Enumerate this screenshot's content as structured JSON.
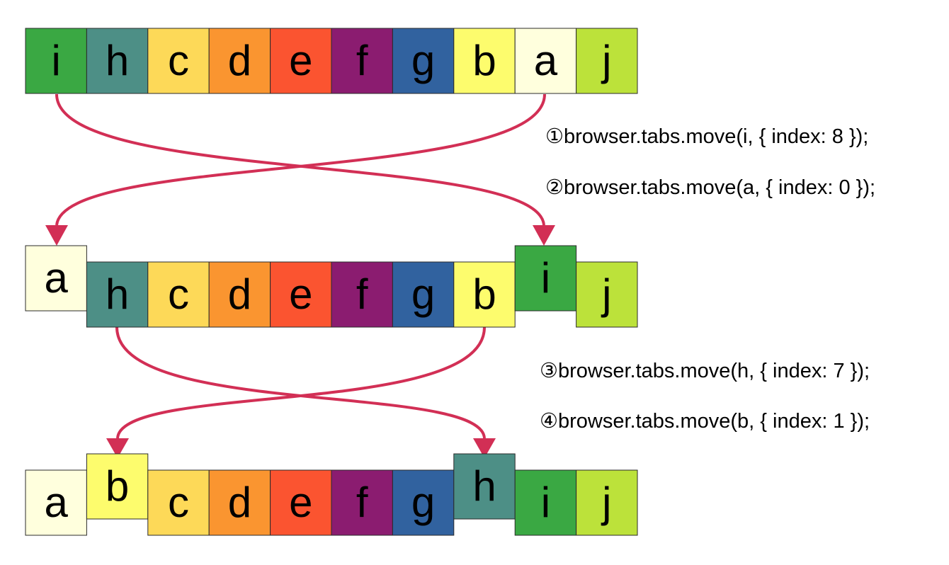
{
  "colors": {
    "i": "#3aa843",
    "h": "#4d8f86",
    "c": "#fdd958",
    "d": "#fa9530",
    "e": "#fb5430",
    "f": "#8b1c70",
    "g": "#31629f",
    "b": "#fdfc6d",
    "a": "#ffffdd",
    "j": "#bce23a",
    "arrow": "#d22f55"
  },
  "rows": [
    {
      "tabs": [
        {
          "letter": "i"
        },
        {
          "letter": "h"
        },
        {
          "letter": "c"
        },
        {
          "letter": "d"
        },
        {
          "letter": "e"
        },
        {
          "letter": "f"
        },
        {
          "letter": "g"
        },
        {
          "letter": "b"
        },
        {
          "letter": "a"
        },
        {
          "letter": "j"
        }
      ]
    },
    {
      "tabs": [
        {
          "letter": "a",
          "moved": true
        },
        {
          "letter": "h"
        },
        {
          "letter": "c"
        },
        {
          "letter": "d"
        },
        {
          "letter": "e"
        },
        {
          "letter": "f"
        },
        {
          "letter": "g"
        },
        {
          "letter": "b"
        },
        {
          "letter": "i",
          "moved": true
        },
        {
          "letter": "j"
        }
      ]
    },
    {
      "tabs": [
        {
          "letter": "a"
        },
        {
          "letter": "b",
          "moved": true
        },
        {
          "letter": "c"
        },
        {
          "letter": "d"
        },
        {
          "letter": "e"
        },
        {
          "letter": "f"
        },
        {
          "letter": "g"
        },
        {
          "letter": "h",
          "moved": true
        },
        {
          "letter": "i"
        },
        {
          "letter": "j"
        }
      ]
    }
  ],
  "steps": [
    "①browser.tabs.move(i, { index: 8 });",
    "②browser.tabs.move(a, { index: 0 });",
    "③browser.tabs.move(h, { index: 7 });",
    "④browser.tabs.move(b, { index: 1 });"
  ]
}
